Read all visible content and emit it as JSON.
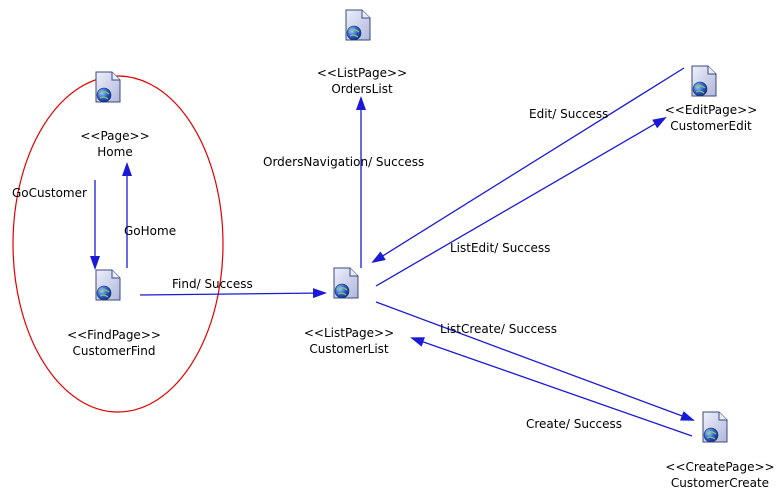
{
  "nodes": [
    {
      "id": "home",
      "stereotype": "<<Page>>",
      "name": "Home"
    },
    {
      "id": "find",
      "stereotype": "<<FindPage>>",
      "name": "CustomerFind"
    },
    {
      "id": "orders",
      "stereotype": "<<ListPage>>",
      "name": "OrdersList"
    },
    {
      "id": "clist",
      "stereotype": "<<ListPage>>",
      "name": "CustomerList"
    },
    {
      "id": "edit",
      "stereotype": "<<EditPage>>",
      "name": "CustomerEdit"
    },
    {
      "id": "create",
      "stereotype": "<<CreatePage>>",
      "name": "CustomerCreate"
    }
  ],
  "edges": [
    {
      "id": "gocustomer",
      "label": "GoCustomer"
    },
    {
      "id": "gohome",
      "label": "GoHome"
    },
    {
      "id": "find-success",
      "label": "Find/ Success"
    },
    {
      "id": "orders-nav",
      "label": "OrdersNavigation/ Success"
    },
    {
      "id": "edit-success",
      "label": "Edit/ Success"
    },
    {
      "id": "listedit",
      "label": "ListEdit/ Success"
    },
    {
      "id": "listcreate",
      "label": "ListCreate/ Success"
    },
    {
      "id": "create-success",
      "label": "Create/ Success"
    }
  ],
  "colors": {
    "edge": "#1a1ad6",
    "highlight": "#e00000",
    "page_fill": "#c9cfe8",
    "globe": "#2c56c8"
  },
  "icon": "web-page-icon"
}
